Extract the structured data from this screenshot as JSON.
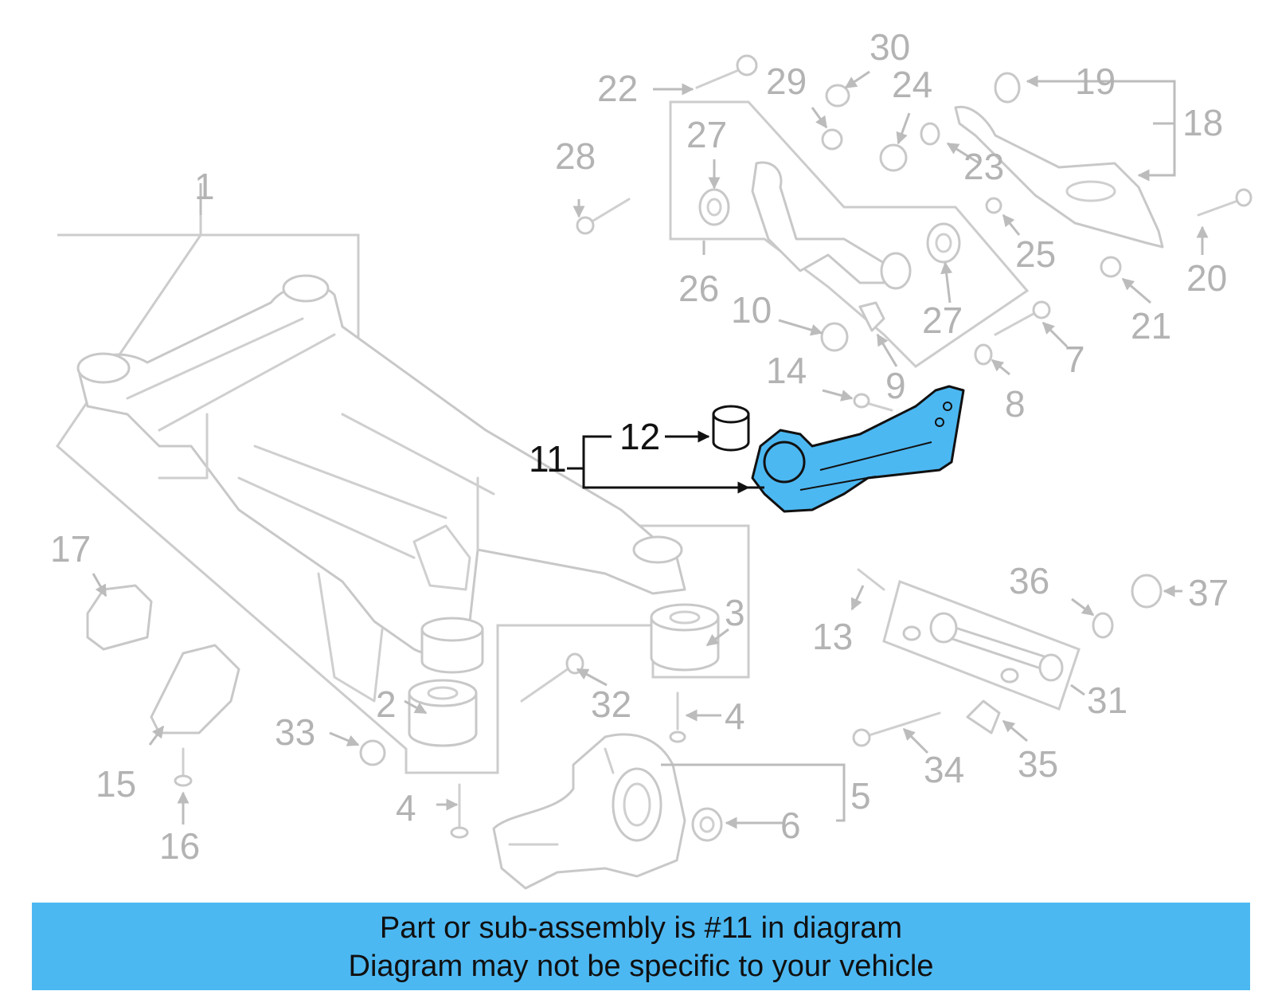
{
  "callouts": {
    "c1": "1",
    "c2": "2",
    "c3": "3",
    "c4a": "4",
    "c4b": "4",
    "c5": "5",
    "c6": "6",
    "c7": "7",
    "c8": "8",
    "c9": "9",
    "c10": "10",
    "c11": "11",
    "c12": "12",
    "c13": "13",
    "c14": "14",
    "c15": "15",
    "c16": "16",
    "c17": "17",
    "c18": "18",
    "c19": "19",
    "c20": "20",
    "c21": "21",
    "c22": "22",
    "c23": "23",
    "c24": "24",
    "c25": "25",
    "c26": "26",
    "c27a": "27",
    "c27b": "27",
    "c28": "28",
    "c29": "29",
    "c30": "30",
    "c31": "31",
    "c32": "32",
    "c33": "33",
    "c34": "34",
    "c35": "35",
    "c36": "36",
    "c37": "37"
  },
  "highlight_color": "#4cb8f2",
  "banner": {
    "line1": "Part or sub-assembly is #11 in diagram",
    "line2": "Diagram may not be specific to your vehicle"
  }
}
